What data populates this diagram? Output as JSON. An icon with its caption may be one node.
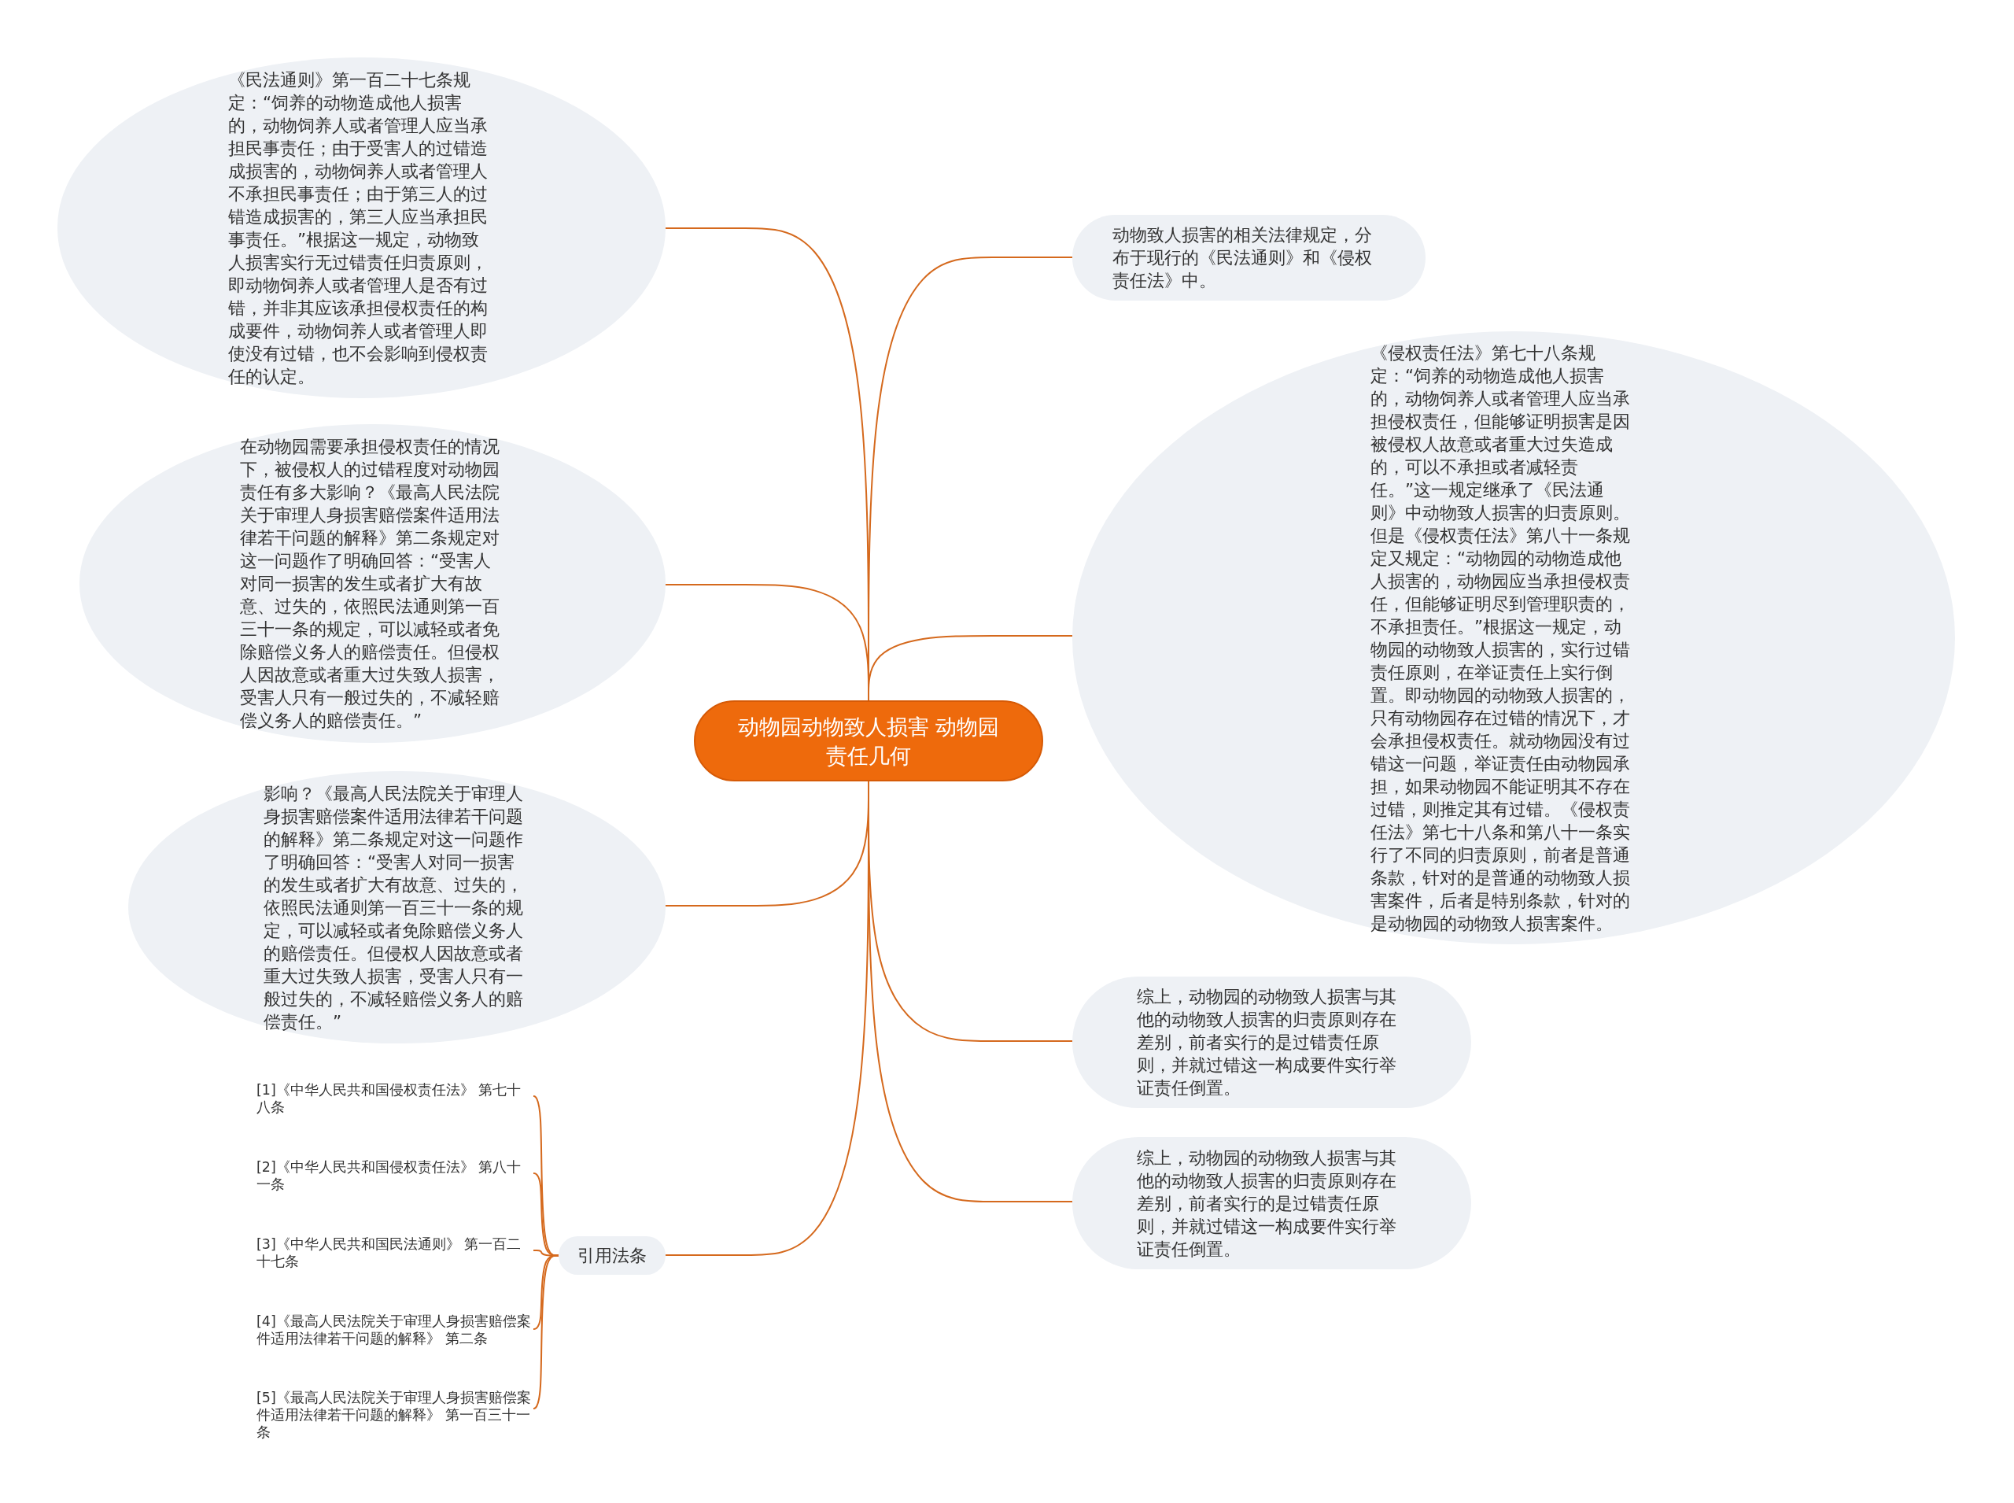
{
  "diagram": {
    "nodes": [
      {
        "text": [
          "动物园动物致人损害 动物园责任几何"
        ]
      },
      {
        "text": [
          "《民法通则》第一百二十七条规定：“饲养的动物造成他人损害的，动物饲养人或者管理人应当承担民事责任；由于受害人的过错造成损害的，动物饲养人或者管理人不承担民事责任；由于第三人的过错造成损害的，第三人应当承担民事责任。”根据这一规定，动物致人损害实行无过错责任归责原则，即动物饲养人或者管理人是否有过错，并非其应该承担侵权责任的构成要件，动物饲养人或者管理人即使没有过错，也不会影响到侵权责任的认定。"
        ]
      },
      {
        "text": [
          "在动物园需要承担侵权责任的情况下，被侵权人的过错程度对动物园责任有多大影响？《最高人民法院关于审理人身损害赔偿案件适用法律若干问题的解释》第二条规定对这一问题作了明确回答：“受害人对同一损害的发生或者扩大有故意、过失的，依照民法通则第一百三十一条的规定，可以减轻或者免除赔偿义务人的赔偿责任。但侵权人因故意或者重大过失致人损害，受害人只有一般过失的，不减轻赔偿义务人的赔偿责任。”"
        ]
      },
      {
        "text": [
          "影响？《最高人民法院关于审理人身损害赔偿案件适用法律若干问题的解释》第二条规定对这一问题作了明确回答：“受害人对同一损害的发生或者扩大有故意、过失的，依照民法通则第一百三十一条的规定，可以减轻或者免除赔偿义务人的赔偿责任。但侵权人因故意或者重大过失致人损害，受害人只有一般过失的，不减轻赔偿义务人的赔偿责任。”"
        ]
      },
      {
        "text": [
          "引用法条"
        ]
      },
      {
        "text": [
          "[1]《中华人民共和国侵权责任法》 第七十八条"
        ]
      },
      {
        "text": [
          "[2]《中华人民共和国侵权责任法》 第八十一条"
        ]
      },
      {
        "text": [
          "[3]《中华人民共和国民法通则》 第一百二十七条"
        ]
      },
      {
        "text": [
          "[4]《最高人民法院关于审理人身损害赔偿案件适用法律若干问题的解释》 第二条"
        ]
      },
      {
        "text": [
          "[5]《最高人民法院关于审理人身损害赔偿案件适用法律若干问题的解释》 第一百三十一条"
        ]
      },
      {
        "text": [
          "动物致人损害的相关法律规定，分布于现行的《民法通则》和《侵权责任法》中。"
        ]
      },
      {
        "text": [
          "《侵权责任法》第七十八条规定：“饲养的动物造成他人损害的，动物饲养人或者管理人应当承担侵权责任，但能够证明损害是因被侵权人故意或者重大过失造成的，可以不承担或者减轻责任。”这一规定继承了《民法通则》中动物致人损害的归责原则。但是《侵权责任法》第八十一条规定又规定：“动物园的动物造成他人损害的，动物园应当承担侵权责任，但能够证明尽到管理职责的，不承担责任。”根据这一规定，动物园的动物致人损害的，实行过错责任原则，在举证责任上实行倒置。即动物园的动物致人损害的，只有动物园存在过错的情况下，才会承担侵权责任。就动物园没有过错这一问题，举证责任由动物园承担，如果动物园不能证明其不存在过错，则推定其有过错。《侵权责任法》第七十八条和第八十一条实行了不同的归责原则，前者是普通条款，针对的是普通的动物致人损害案件，后者是特别条款，针对的是动物园的动物致人损害案件。"
        ]
      },
      {
        "text": [
          "综上，动物园的动物致人损害与其他的动物致人损害的归责原则存在差别，前者实行的是过错责任原则，并就过错这一构成要件实行举证责任倒置。"
        ]
      },
      {
        "text": [
          "综上，动物园的动物致人损害与其他的动物致人损害的归责原则存在差别，前者实行的是过错责任原则，并就过错这一构成要件实行举证责任倒置。"
        ]
      }
    ],
    "edges": [
      {
        "from": 0,
        "to": 1,
        "arrow": "none"
      },
      {
        "from": 0,
        "to": 2,
        "arrow": "none"
      },
      {
        "from": 0,
        "to": 3,
        "arrow": "none"
      },
      {
        "from": 0,
        "to": 4,
        "arrow": "none"
      },
      {
        "from": 4,
        "to": 5,
        "arrow": "none"
      },
      {
        "from": 4,
        "to": 6,
        "arrow": "none"
      },
      {
        "from": 4,
        "to": 7,
        "arrow": "none"
      },
      {
        "from": 4,
        "to": 8,
        "arrow": "none"
      },
      {
        "from": 4,
        "to": 9,
        "arrow": "none"
      },
      {
        "from": 0,
        "to": 10,
        "arrow": "none"
      },
      {
        "from": 0,
        "to": 11,
        "arrow": "none"
      },
      {
        "from": 0,
        "to": 12,
        "arrow": "none"
      },
      {
        "from": 0,
        "to": 13,
        "arrow": "none"
      }
    ]
  }
}
